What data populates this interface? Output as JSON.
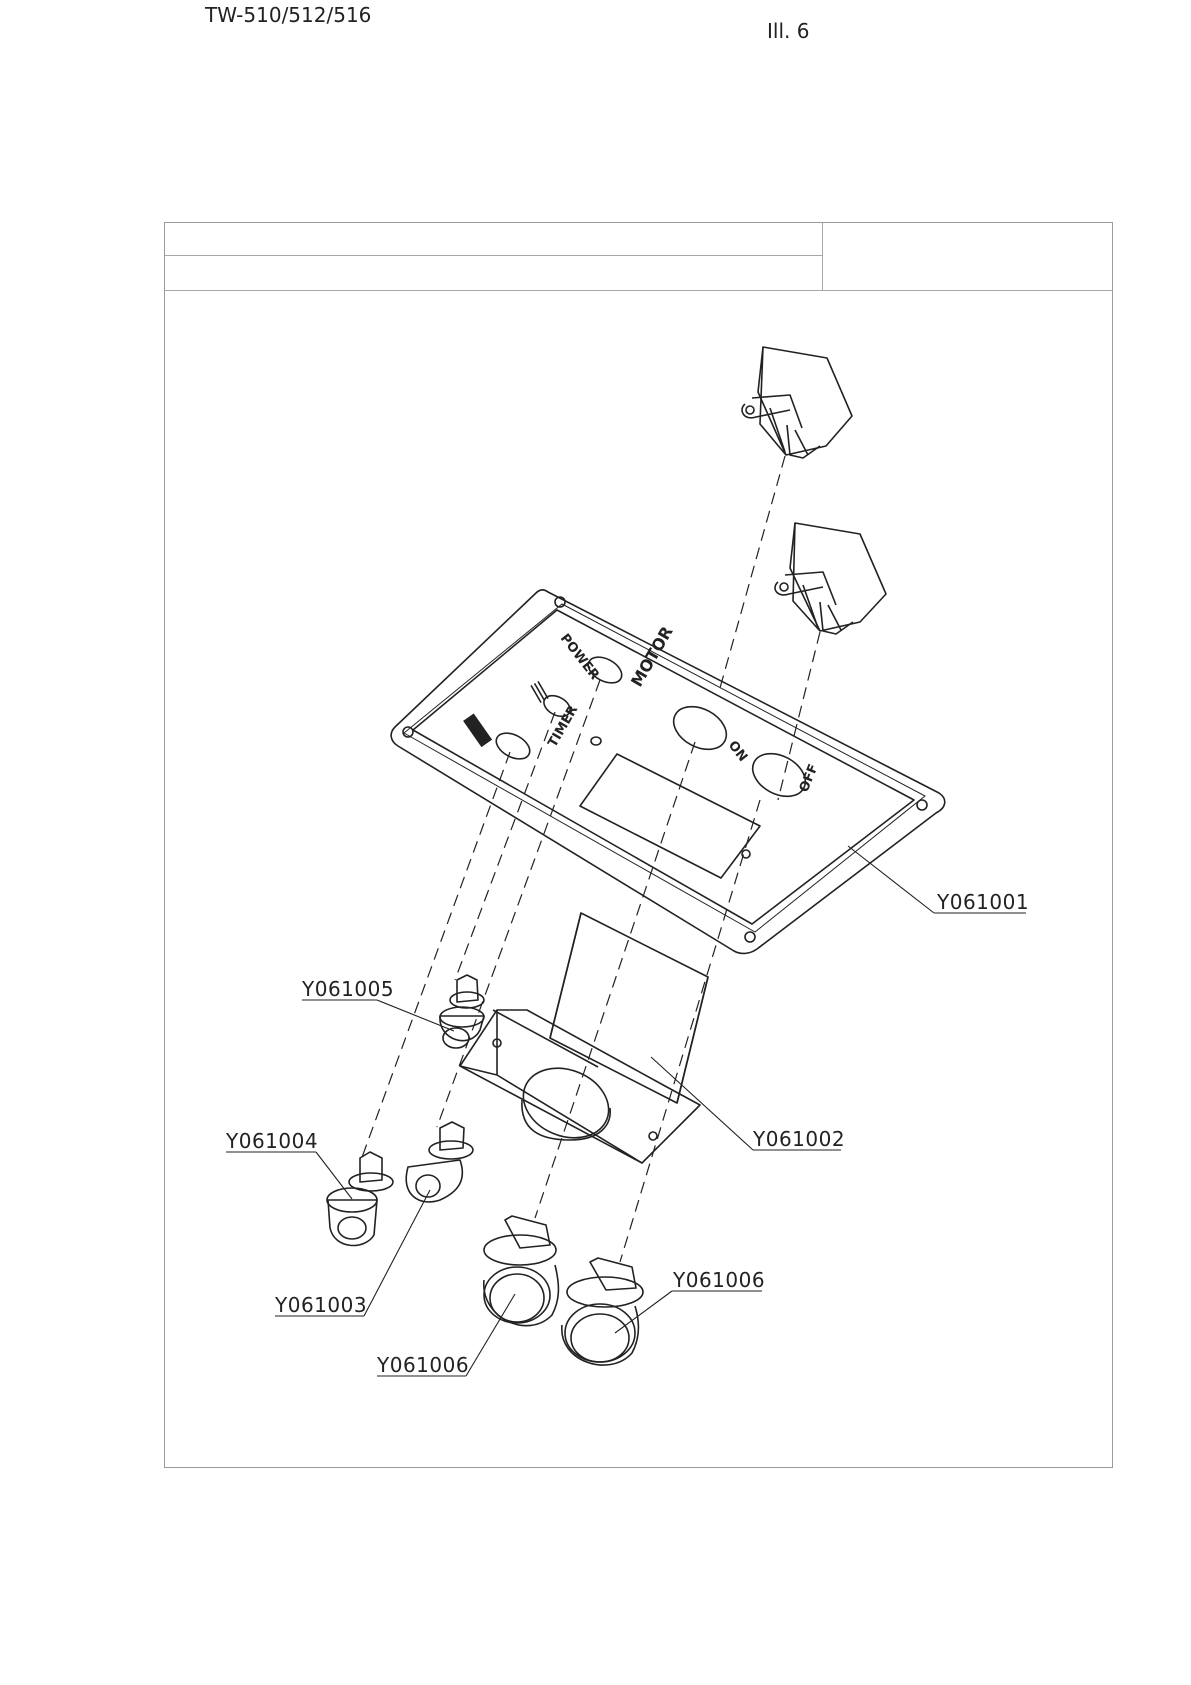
{
  "header": {
    "model": "TW-510/512/516",
    "illustration": "Ill. 6"
  },
  "panel_markings": {
    "power": "POWER",
    "motor": "MOTOR",
    "on": "ON",
    "off": "OFF",
    "timer": "TIMER"
  },
  "parts": [
    {
      "label": "Y061001"
    },
    {
      "label": "Y061002"
    },
    {
      "label": "Y061003"
    },
    {
      "label": "Y061004"
    },
    {
      "label": "Y061005"
    },
    {
      "label": "Y061006"
    },
    {
      "label": "Y061006"
    }
  ]
}
